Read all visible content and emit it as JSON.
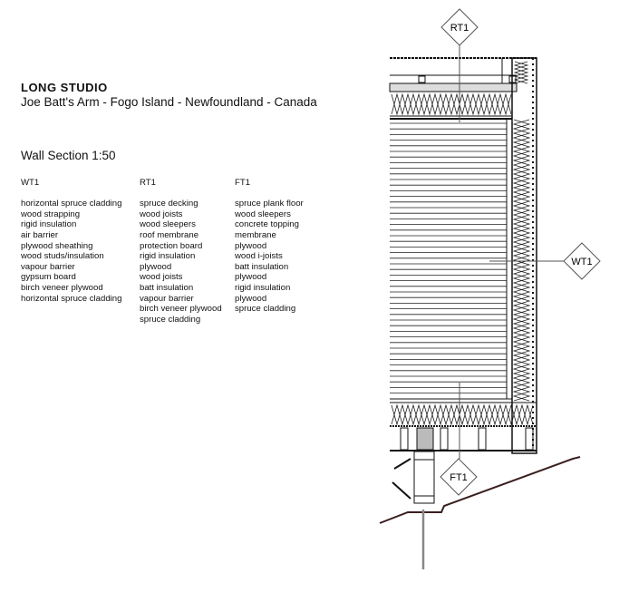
{
  "header": {
    "title": "LONG STUDIO",
    "subtitle": "Joe Batt's Arm - Fogo Island - Newfoundland - Canada",
    "section": "Wall Section 1:50"
  },
  "legend": [
    {
      "code": "WT1",
      "layers": [
        "horizontal spruce cladding",
        "wood strapping",
        "rigid insulation",
        "air barrier",
        "plywood sheathing",
        "wood studs/insulation",
        "vapour barrier",
        "gypsum board",
        "birch veneer plywood",
        "horizontal spruce cladding"
      ]
    },
    {
      "code": "RT1",
      "layers": [
        "spruce decking",
        "wood joists",
        "wood sleepers",
        "roof membrane",
        "protection board",
        "rigid insulation",
        "plywood",
        "wood joists",
        "batt insulation",
        "vapour barrier",
        "birch veneer plywood",
        "spruce cladding"
      ]
    },
    {
      "code": "FT1",
      "layers": [
        "spruce plank floor",
        "wood sleepers",
        "concrete topping",
        "membrane",
        "plywood",
        "wood i-joists",
        "batt insulation",
        "plywood",
        "rigid insulation",
        "plywood",
        "spruce cladding"
      ]
    }
  ],
  "tags": {
    "roof": "RT1",
    "wall": "WT1",
    "floor": "FT1"
  }
}
